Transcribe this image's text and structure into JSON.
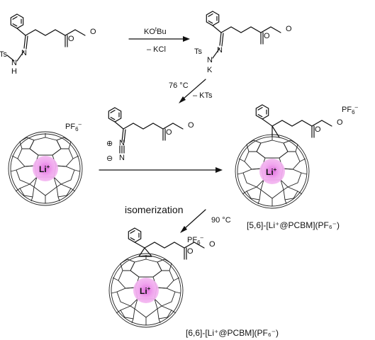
{
  "reagents": {
    "step1_top": "KO",
    "step1_top_sup": "t",
    "step1_top_tail": "Bu",
    "step1_bottom": "– KCl",
    "step2_temp": "76 °C",
    "step2_loss": "– KTs",
    "step4_label": "isomerization",
    "step4_temp": "90 °C"
  },
  "atoms": {
    "ts": "Ts",
    "n": "N",
    "h": "H",
    "k": "K",
    "o": "O",
    "plus": "⊕",
    "minus": "⊖"
  },
  "counterions": {
    "pf6": "PF",
    "pf6_sub": "6",
    "pf6_sup": "–"
  },
  "cage": {
    "li": "Li",
    "li_sup": "+",
    "glow": "#f3b6f0",
    "glow_core": "#e26ee0"
  },
  "products": {
    "p56_label": "[5,6]-[Li⁺@PCBM](PF₆⁻)",
    "p66_label": "[6,6]-[Li⁺@PCBM](PF₆⁻)"
  }
}
